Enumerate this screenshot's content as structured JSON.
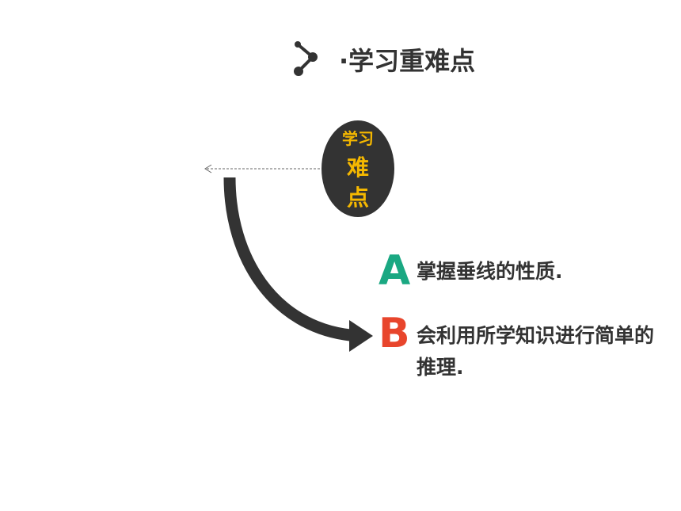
{
  "title": {
    "bullet": "·",
    "text": "学习重难点"
  },
  "badge": {
    "line1": "学习",
    "line2": "难",
    "line3": "点"
  },
  "items": [
    {
      "letter": "A",
      "text": "掌握垂线的性质."
    },
    {
      "letter": "B",
      "text": "会利用所学知识进行简单的推理."
    }
  ],
  "colors": {
    "dark": "#333333",
    "badge_text": "#f5b800",
    "letter_a": "#1aa882",
    "letter_b": "#e8452c"
  },
  "icons": [
    "network-node-icon",
    "curved-arrow-icon"
  ]
}
